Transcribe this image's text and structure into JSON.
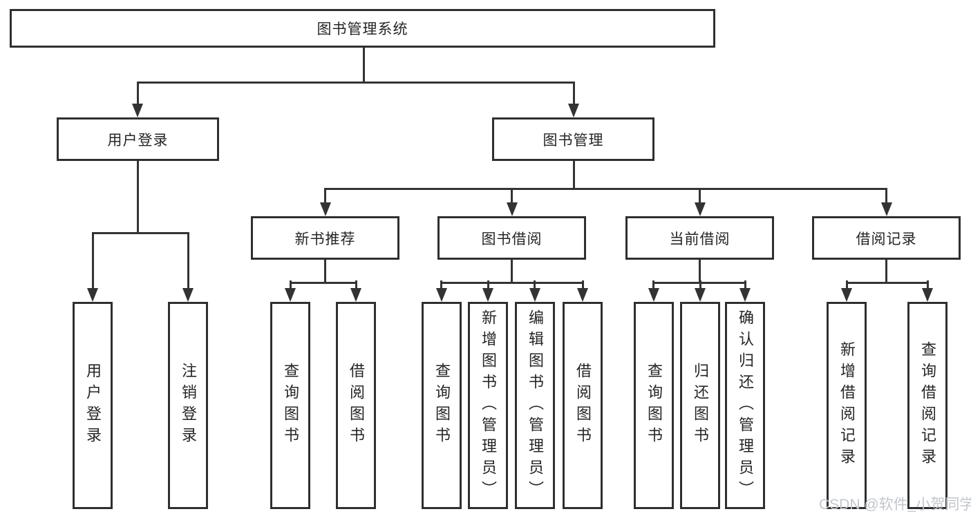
{
  "diagram": {
    "tree": {
      "label": "图书管理系统",
      "children": [
        {
          "label": "用户登录",
          "children": [
            {
              "label": "用户登录"
            },
            {
              "label": "注销登录"
            }
          ]
        },
        {
          "label": "图书管理",
          "children": [
            {
              "label": "新书推荐",
              "children": [
                {
                  "label": "查询图书"
                },
                {
                  "label": "借阅图书"
                }
              ]
            },
            {
              "label": "图书借阅",
              "children": [
                {
                  "label": "查询图书"
                },
                {
                  "label": "新增图书（管理员）"
                },
                {
                  "label": "编辑图书（管理员）"
                },
                {
                  "label": "借阅图书"
                }
              ]
            },
            {
              "label": "当前借阅",
              "children": [
                {
                  "label": "查询图书"
                },
                {
                  "label": "归还图书"
                },
                {
                  "label": "确认归还（管理员）"
                }
              ]
            },
            {
              "label": "借阅记录",
              "children": [
                {
                  "label": "新增借阅记录"
                },
                {
                  "label": "查询借阅记录"
                }
              ]
            }
          ]
        }
      ]
    },
    "watermark": {
      "text": "CSDN @软件_小贺同学"
    },
    "colors": {
      "line": "#333333",
      "box_border": "#2f2f2f",
      "text": "#252525",
      "watermark": "#c2c6cc",
      "background": "#ffffff"
    }
  }
}
